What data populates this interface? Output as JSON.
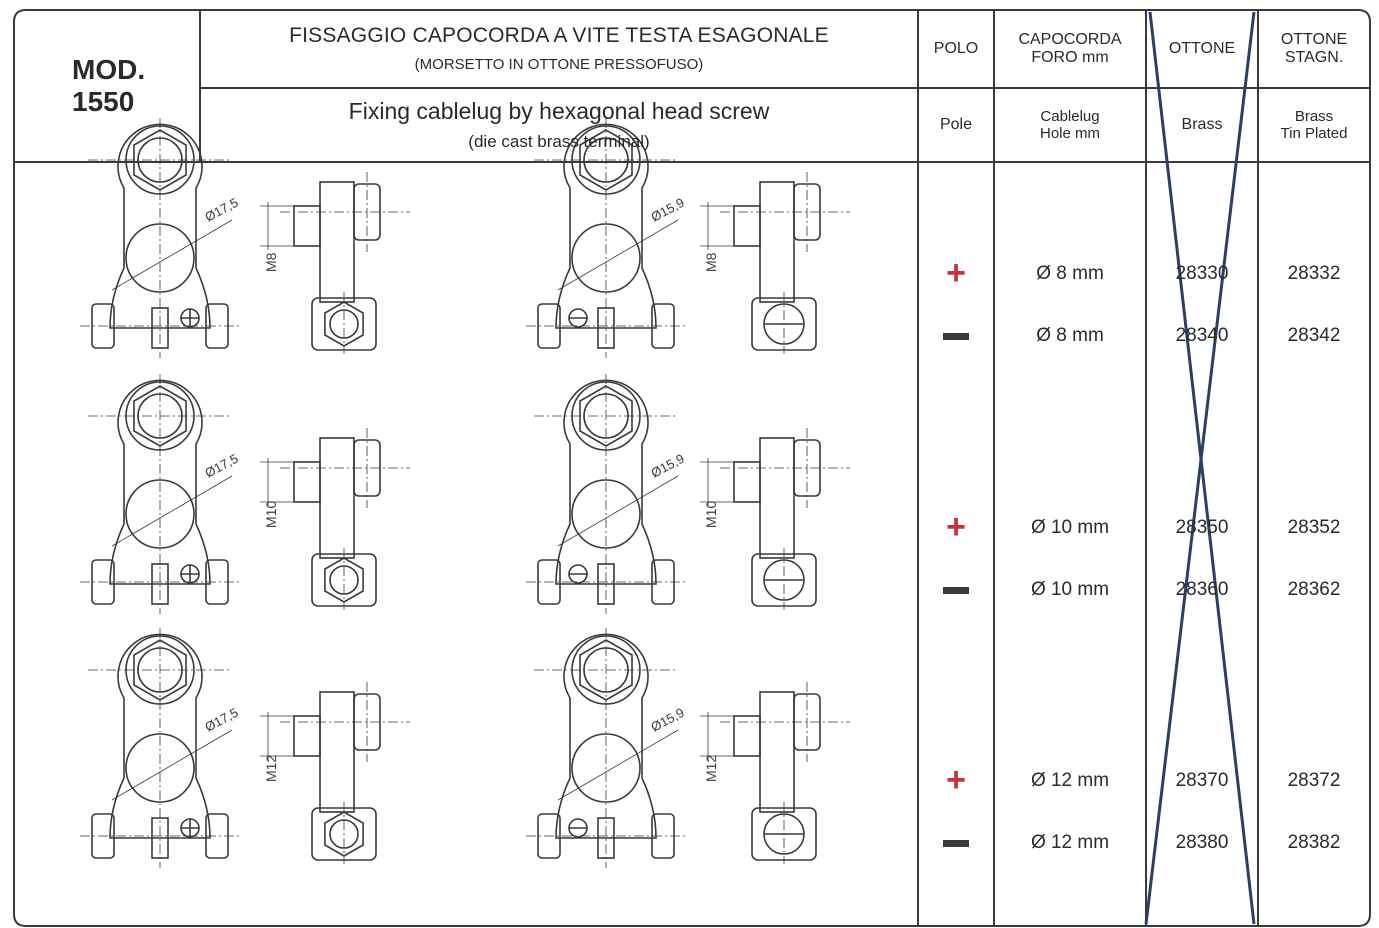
{
  "model": {
    "line1": "MOD.",
    "line2": "1550"
  },
  "title_it": {
    "main": "FISSAGGIO CAPOCORDA A VITE TESTA ESAGONALE",
    "sub": "(MORSETTO IN OTTONE PRESSOFUSO)"
  },
  "title_en": {
    "main": "Fixing cablelug by hexagonal head screw",
    "sub": "(die cast brass terminal)"
  },
  "columns_it": {
    "pole": "POLO",
    "lug_1": "CAPOCORDA",
    "lug_2": "FORO mm",
    "brass": "OTTONE",
    "tin_1": "OTTONE",
    "tin_2": "STAGN."
  },
  "columns_en": {
    "pole": "Pole",
    "lug_1": "Cablelug",
    "lug_2": "Hole mm",
    "brass": "Brass",
    "tin_1": "Brass",
    "tin_2": "Tin Plated"
  },
  "rows": [
    {
      "pole": "positive",
      "hole": "Ø 8 mm",
      "brass": "28330",
      "tin": "28332"
    },
    {
      "pole": "negative",
      "hole": "Ø 8 mm",
      "brass": "28340",
      "tin": "28342"
    },
    {
      "pole": "positive",
      "hole": "Ø 10 mm",
      "brass": "28350",
      "tin": "28352"
    },
    {
      "pole": "negative",
      "hole": "Ø 10 mm",
      "brass": "28360",
      "tin": "28362"
    },
    {
      "pole": "positive",
      "hole": "Ø 12 mm",
      "brass": "28370",
      "tin": "28372"
    },
    {
      "pole": "negative",
      "hole": "Ø 12 mm",
      "brass": "28380",
      "tin": "28382"
    }
  ],
  "drawings": {
    "dia_pos": "Ø17,5",
    "dia_neg": "Ø15,9",
    "threads": [
      "M8",
      "M10",
      "M12"
    ]
  },
  "colors": {
    "plus": "#c8323a",
    "cross": "#2e3d66",
    "line": "#3a3a3a"
  },
  "icons": {
    "plus": "plus-sign-icon",
    "minus": "minus-sign-icon"
  }
}
